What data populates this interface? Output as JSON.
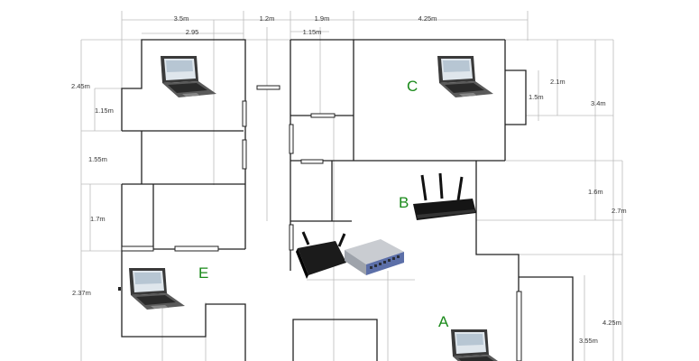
{
  "dimensions": {
    "top_1": "3.5m",
    "top_1b": "2.95",
    "top_2": "1.2m",
    "top_3": "1.9m",
    "top_3b": "1.15m",
    "top_4": "4.25m",
    "left_1": "2.45m",
    "left_1b": "1.15m",
    "left_2": "1.55m",
    "left_3": "1.7m",
    "left_4": "2.37m",
    "right_1": "2.1m",
    "right_1b": "1.5m",
    "right_2": "3.4m",
    "right_3": "1.6m",
    "right_4": "2.7m",
    "right_5": "4.25m",
    "right_6": "3.55m"
  },
  "labels": {
    "room_a": "A",
    "room_b": "B",
    "room_c": "C",
    "room_e": "E"
  },
  "icons": [
    "laptop-icon",
    "wifi-router-icon",
    "network-switch-icon"
  ],
  "colors": {
    "label_green": "#1a8a1a",
    "wall": "#222222",
    "dimension_line": "#bbbbbb"
  }
}
